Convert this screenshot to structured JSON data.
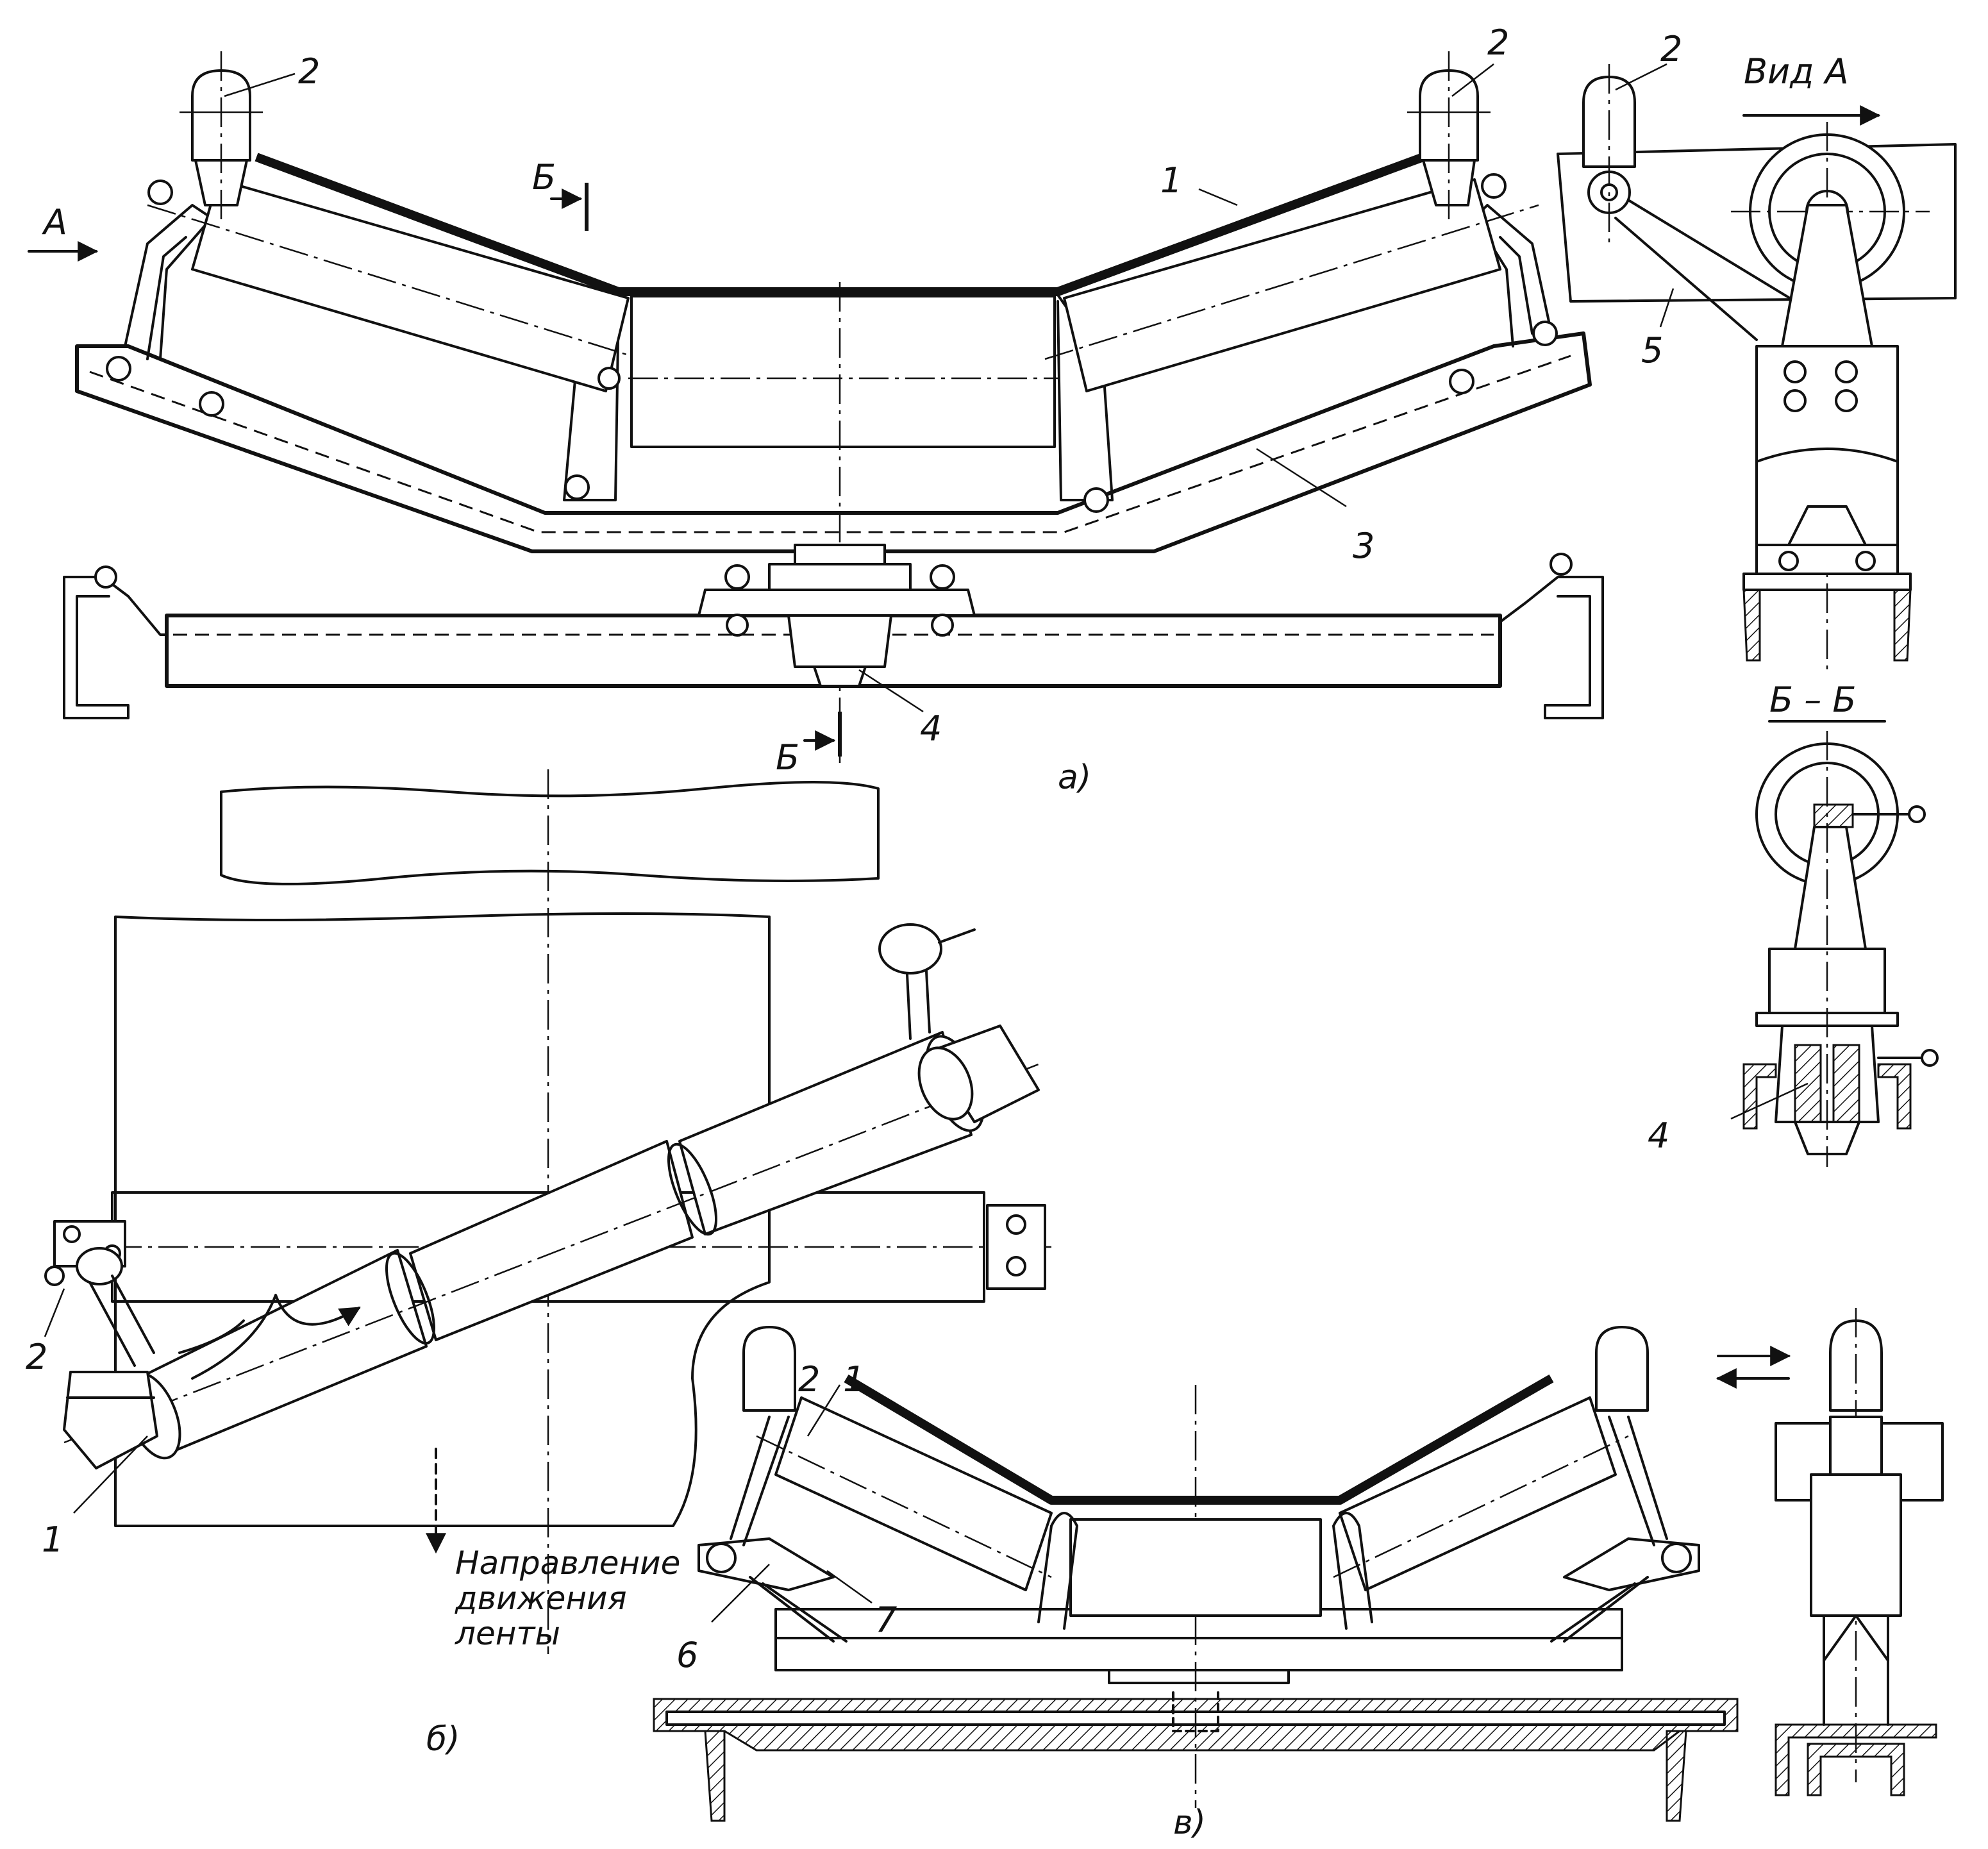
{
  "figure": {
    "view_a_label": "А",
    "view_header": "Вид А",
    "section_mark": "Б",
    "section_title": "Б – Б",
    "parts": {
      "p1": "1",
      "p2": "2",
      "p3": "3",
      "p4": "4",
      "p5": "5",
      "p6": "6",
      "p7": "7"
    },
    "captions": {
      "a": "а)",
      "b": "б)",
      "v": "в)"
    },
    "direction_note": [
      "Направление",
      "движения",
      "ленты"
    ]
  }
}
